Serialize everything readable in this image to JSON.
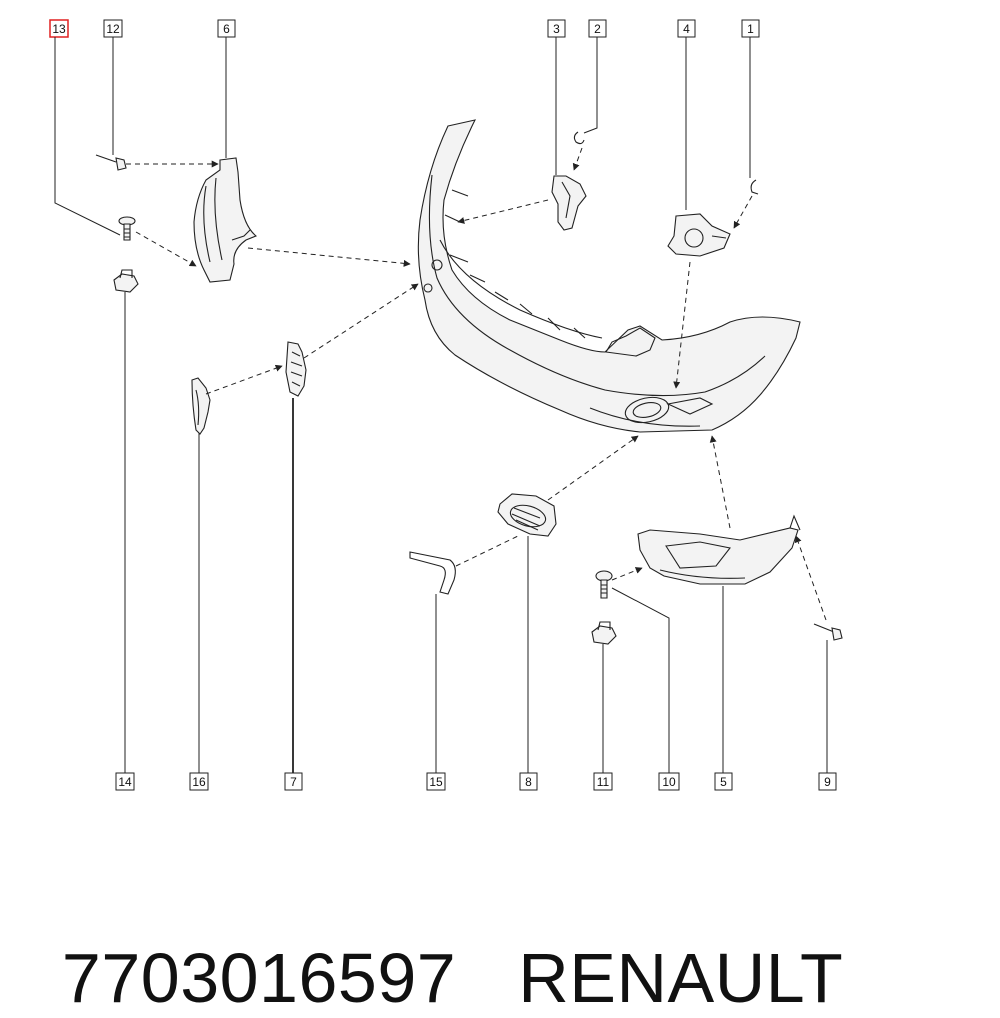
{
  "callouts": [
    "13",
    "12",
    "6",
    "3",
    "2",
    "4",
    "1",
    "14",
    "16",
    "7",
    "15",
    "8",
    "11",
    "10",
    "5",
    "9"
  ],
  "highlighted_callout": "13",
  "highlight_color": "#e02020",
  "line_color": "#222222",
  "caption": {
    "part_number": "7703016597",
    "brand": "RENAULT"
  }
}
